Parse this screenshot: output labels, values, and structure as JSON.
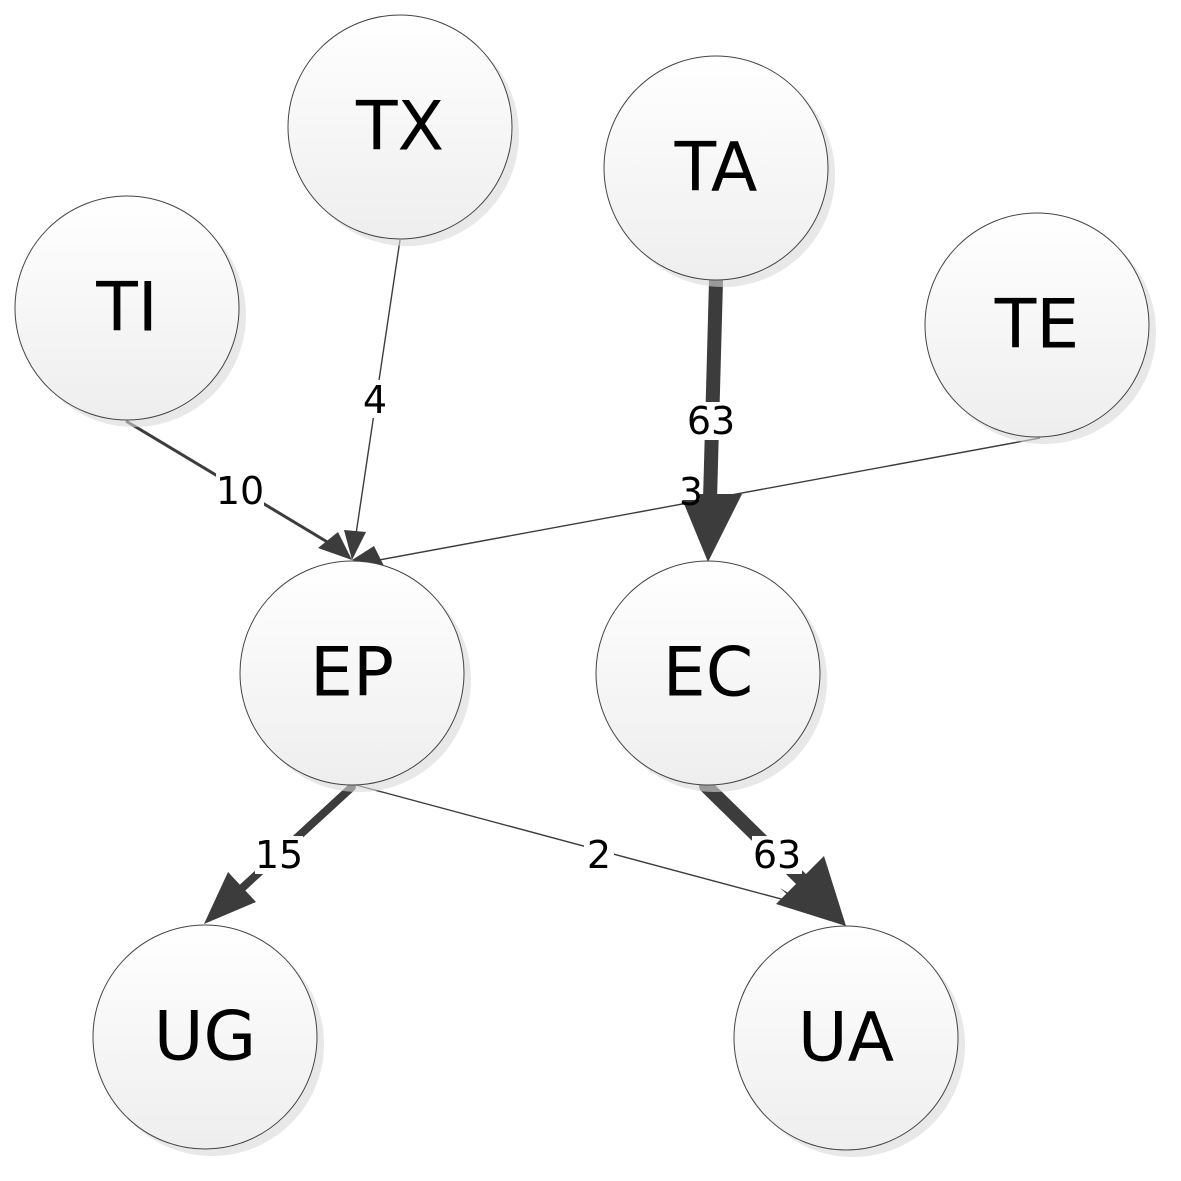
{
  "nodes": [
    {
      "id": "TX",
      "label": "TX"
    },
    {
      "id": "TA",
      "label": "TA"
    },
    {
      "id": "TI",
      "label": "TI"
    },
    {
      "id": "TE",
      "label": "TE"
    },
    {
      "id": "EP",
      "label": "EP"
    },
    {
      "id": "EC",
      "label": "EC"
    },
    {
      "id": "UG",
      "label": "UG"
    },
    {
      "id": "UA",
      "label": "UA"
    }
  ],
  "edges": [
    {
      "from": "TI",
      "to": "EP",
      "weight": "10"
    },
    {
      "from": "TX",
      "to": "EP",
      "weight": "4"
    },
    {
      "from": "TE",
      "to": "EP",
      "weight": "3"
    },
    {
      "from": "TA",
      "to": "EC",
      "weight": "63"
    },
    {
      "from": "EP",
      "to": "UG",
      "weight": "15"
    },
    {
      "from": "EP",
      "to": "UA",
      "weight": "2"
    },
    {
      "from": "EC",
      "to": "UA",
      "weight": "63"
    }
  ],
  "colors": {
    "edge": "#3c3c3c",
    "node_fill_top": "#ffffff",
    "node_fill_bottom": "#eeeeee",
    "node_stroke": "#444444",
    "shadow": "#d8d8d8"
  }
}
